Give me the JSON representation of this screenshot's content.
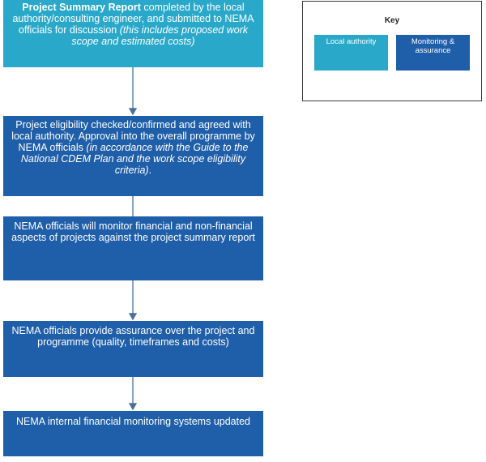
{
  "colors": {
    "local_authority": "#2aa8c9",
    "monitoring_assurance": "#1f5ea8",
    "connector": "#4a6f9e"
  },
  "steps": [
    {
      "role": "local_authority",
      "bold": "Project Summary Report",
      "text": " completed by the local authority/consulting engineer, and submitted to NEMA officials for discussion ",
      "italic": "(this includes proposed work scope and estimated costs)"
    },
    {
      "role": "monitoring_assurance",
      "text": "Project eligibility checked/confirmed and agreed with local authority. Approval into the overall programme by NEMA officials ",
      "italic": "(in accordance with the Guide to the National CDEM Plan and the work scope eligibility criteria)",
      "tail": "."
    },
    {
      "role": "monitoring_assurance",
      "text": "NEMA officials will monitor financial and non-financial aspects of projects against the project summary report"
    },
    {
      "role": "monitoring_assurance",
      "text": "NEMA officials provide assurance over the project and programme (quality, timeframes and costs)"
    },
    {
      "role": "monitoring_assurance",
      "text": "NEMA internal financial monitoring systems updated"
    }
  ],
  "key": {
    "title": "Key",
    "local_authority": "Local authority",
    "monitoring_assurance": "Monitoring & assurance"
  }
}
